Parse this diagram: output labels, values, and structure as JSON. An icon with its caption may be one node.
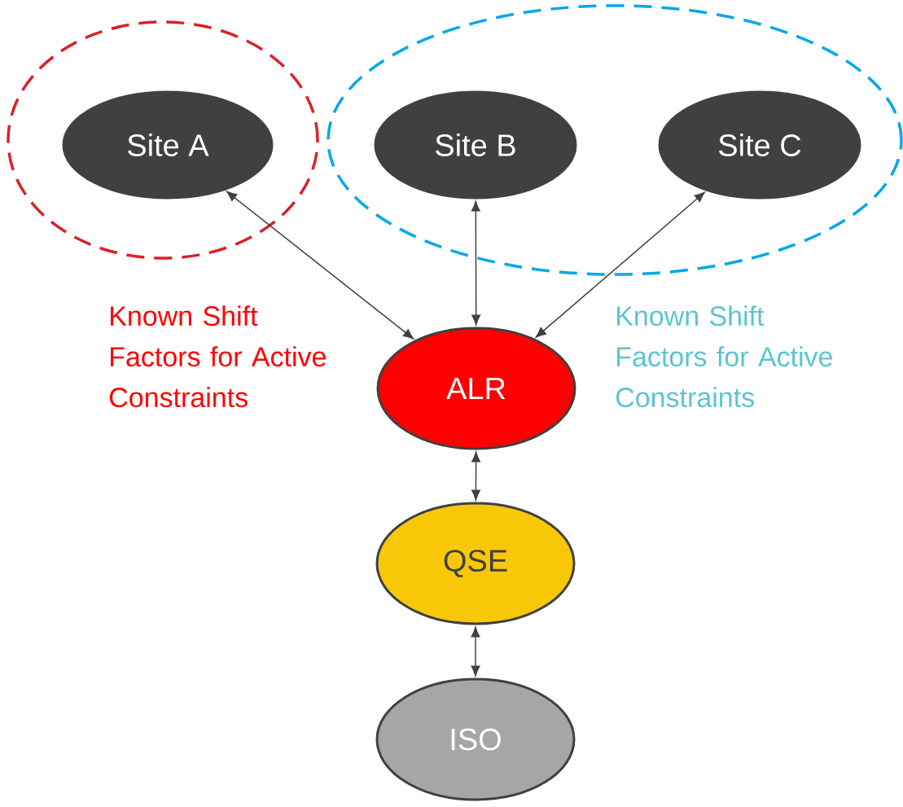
{
  "diagram": {
    "nodes": [
      {
        "text": [],
        "shape": "ellipse"
      },
      {
        "text": [
          "Site A"
        ],
        "in": 0
      },
      {
        "text": [],
        "shape": "ellipse"
      },
      {
        "text": [
          "Site B"
        ],
        "in": 2
      },
      {
        "text": [
          "Site C"
        ],
        "in": 2
      },
      {
        "text": [
          "ALR"
        ]
      },
      {
        "text": [
          "QSE"
        ]
      },
      {
        "text": [
          "ISO"
        ]
      }
    ],
    "edges": [
      {
        "from": 1,
        "to": 5,
        "arrow": "both"
      },
      {
        "from": 3,
        "to": 5,
        "arrow": "both"
      },
      {
        "from": 4,
        "to": 5,
        "arrow": "both"
      },
      {
        "from": 5,
        "to": 6,
        "arrow": "both"
      },
      {
        "from": 6,
        "to": 7,
        "arrow": "both"
      }
    ],
    "labels": [
      "Known Shift Factors for Active Constraints",
      "Known Shift Factors for Active Constraints"
    ]
  }
}
